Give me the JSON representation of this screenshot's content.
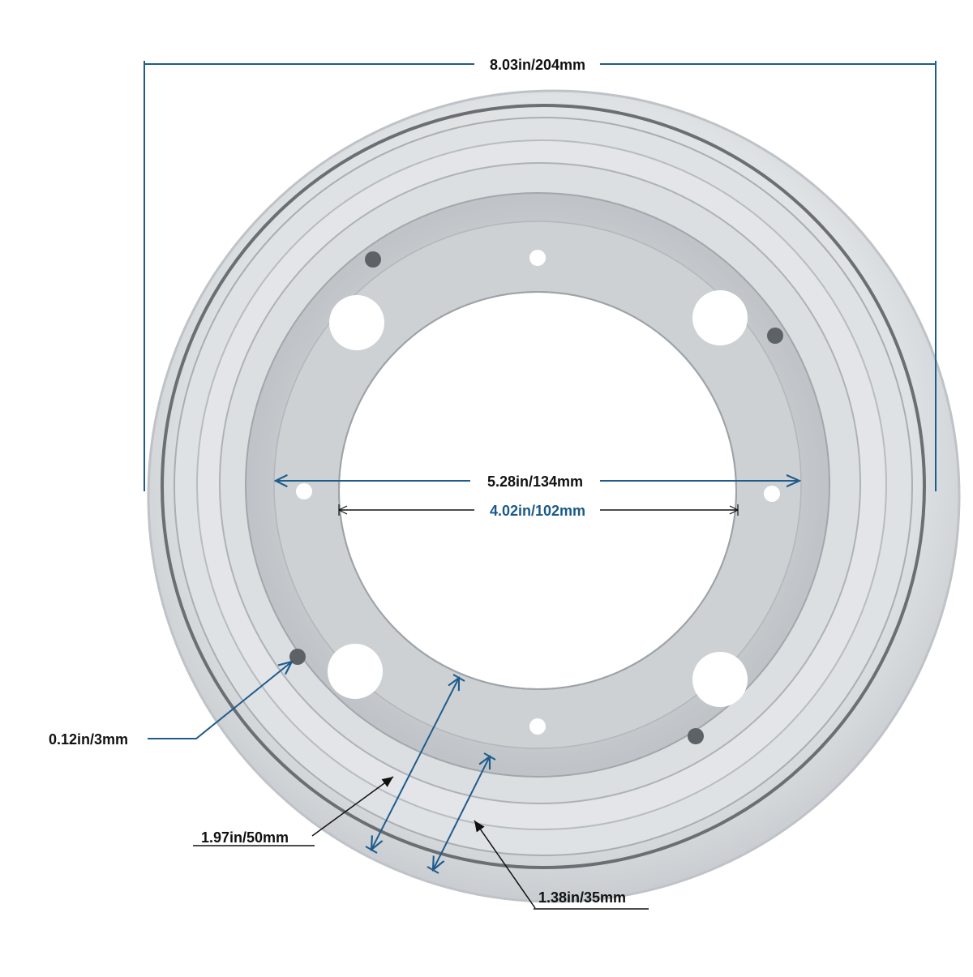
{
  "dimensions": {
    "outer_diameter": "8.03in/204mm",
    "mounting_hole_span": "5.28in/134mm",
    "inner_diameter": "4.02in/102mm",
    "hole_size": "0.12in/3mm",
    "ring_width_outer": "1.97in/50mm",
    "ring_width_inner": "1.38in/35mm"
  },
  "colors": {
    "dimension_line": "#1f5c8c",
    "inner_label": "#1a5a8a",
    "black_label": "#111111",
    "metal_light": "#e6e8ea",
    "metal_mid": "#c7cbcf",
    "metal_dark": "#9ea3a8"
  }
}
